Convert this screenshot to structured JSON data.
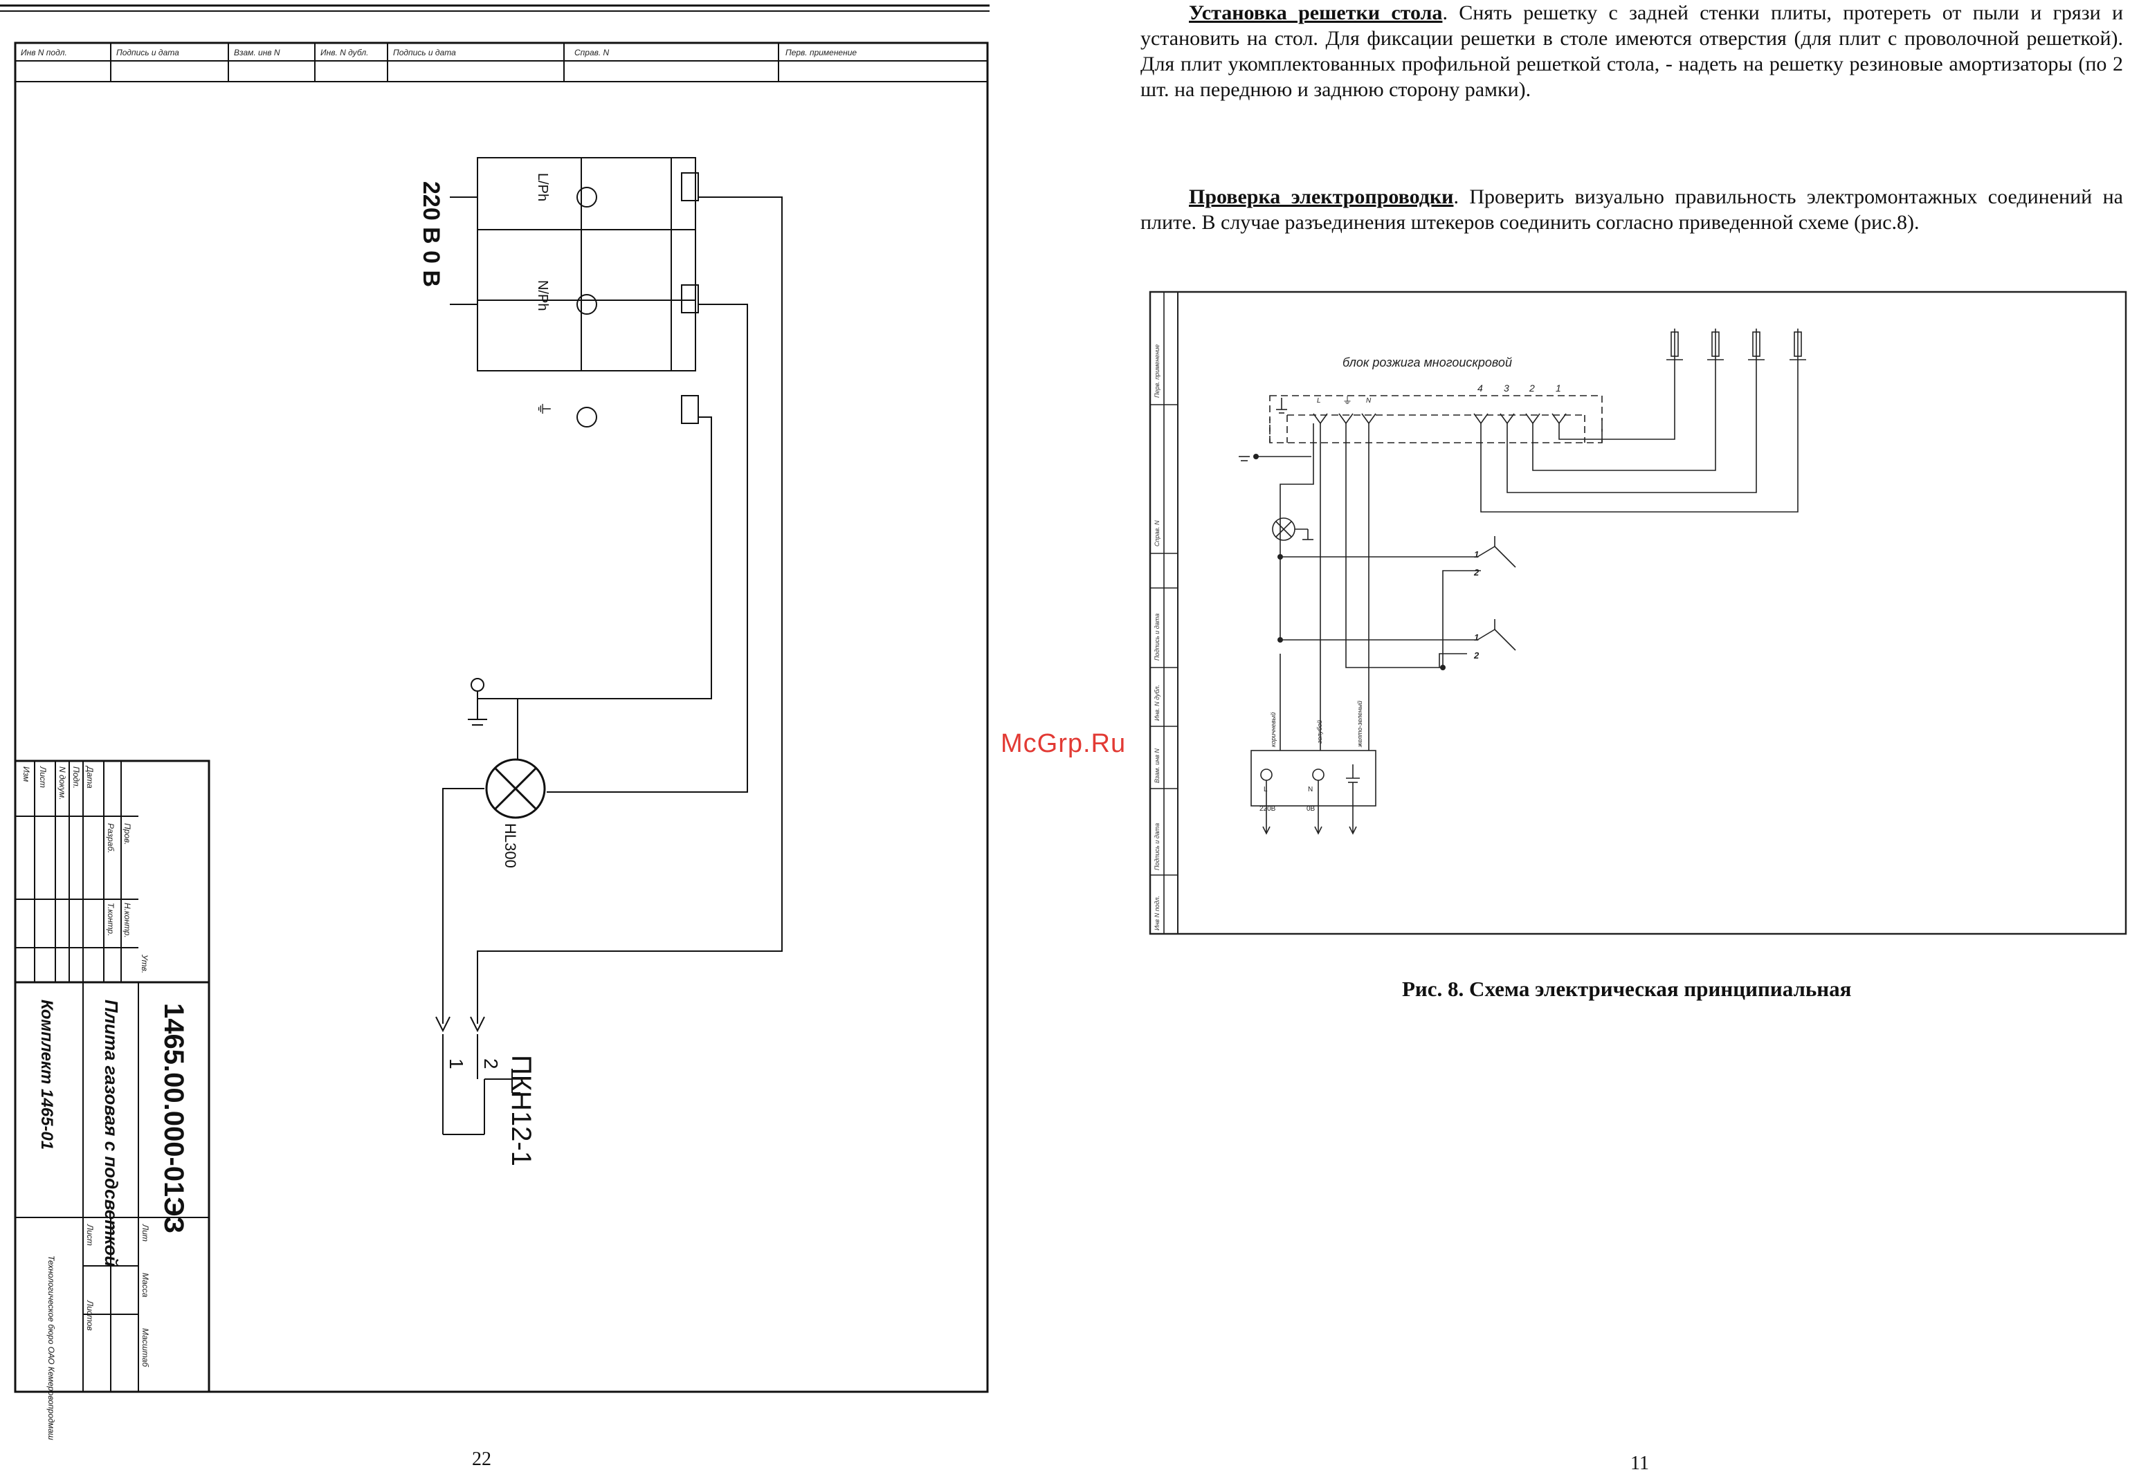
{
  "left_page": {
    "header_cells": [
      "Инв N подл.",
      "Подпись и дата",
      "Взам. инв N",
      "Инв. N дубл.",
      "Подпись и дата",
      "Справ. N",
      "Перв. применение"
    ],
    "terminal_labels": [
      "L/Ph",
      "N/Ph",
      "⏚"
    ],
    "voltage_label": "220 В  0 В",
    "lamp_label": "HL300",
    "switch_label": "ПКН12-1",
    "switch_pins": [
      "1",
      "2"
    ],
    "title_block": {
      "doc_number": "1465.00.000-01ЭЗ",
      "title": "Плита газовая с подсветкой",
      "set": "Комплект 1465-01",
      "org": "Технологическое бюро ОАО Кемеровопродмаш",
      "rows": [
        "Изм",
        "Лист",
        "N докум.",
        "Подп.",
        "Дата",
        "Разраб.",
        "Пров.",
        "Т.контр.",
        "Н.контр.",
        "Утв."
      ],
      "cols": [
        "Лит",
        "Масса",
        "Масштаб",
        "Лист",
        "Листов"
      ]
    },
    "page_number": "22"
  },
  "right_page": {
    "paragraphs": [
      {
        "heading": "Установка решетки стола",
        "text": ". Снять решетку с задней стенки плиты, протереть от пыли и грязи и установить на стол. Для фиксации решетки в столе имеются отверстия (для плит с проволочной решеткой). Для плит укомплектованных профильной решеткой стола, - надеть на решетку резиновые амортизаторы (по 2 шт. на переднюю и заднюю сторону рамки)."
      },
      {
        "heading": "Проверка электропроводки",
        "text": ". Проверить визуально правильность электромонтажных соединений на плите. В случае разъединения штекеров соединить согласно приведенной схеме (рис.8)."
      }
    ],
    "figure": {
      "side_labels": [
        "Перв. применение",
        "Справ. N",
        "Подпись и дата",
        "Инв. N дубл.",
        "Взам. инв N",
        "Подпись и дата",
        "Инв N подл."
      ],
      "block_label": "блок розжига многоискровой",
      "block_terminals": [
        "L",
        "⏚",
        "N"
      ],
      "channel_numbers": [
        "4",
        "3",
        "2",
        "1"
      ],
      "switch_pins": [
        "1",
        "2",
        "1",
        "2"
      ],
      "wire_colors": [
        "коричневый",
        "голубой",
        "желто-зеленый"
      ],
      "connector_labels": [
        "L",
        "N"
      ],
      "connector_voltages": [
        "220В",
        "0В"
      ]
    },
    "caption": "Рис. 8. Схема электрическая принципиальная",
    "page_number": "11"
  },
  "watermark": "McGrp.Ru"
}
